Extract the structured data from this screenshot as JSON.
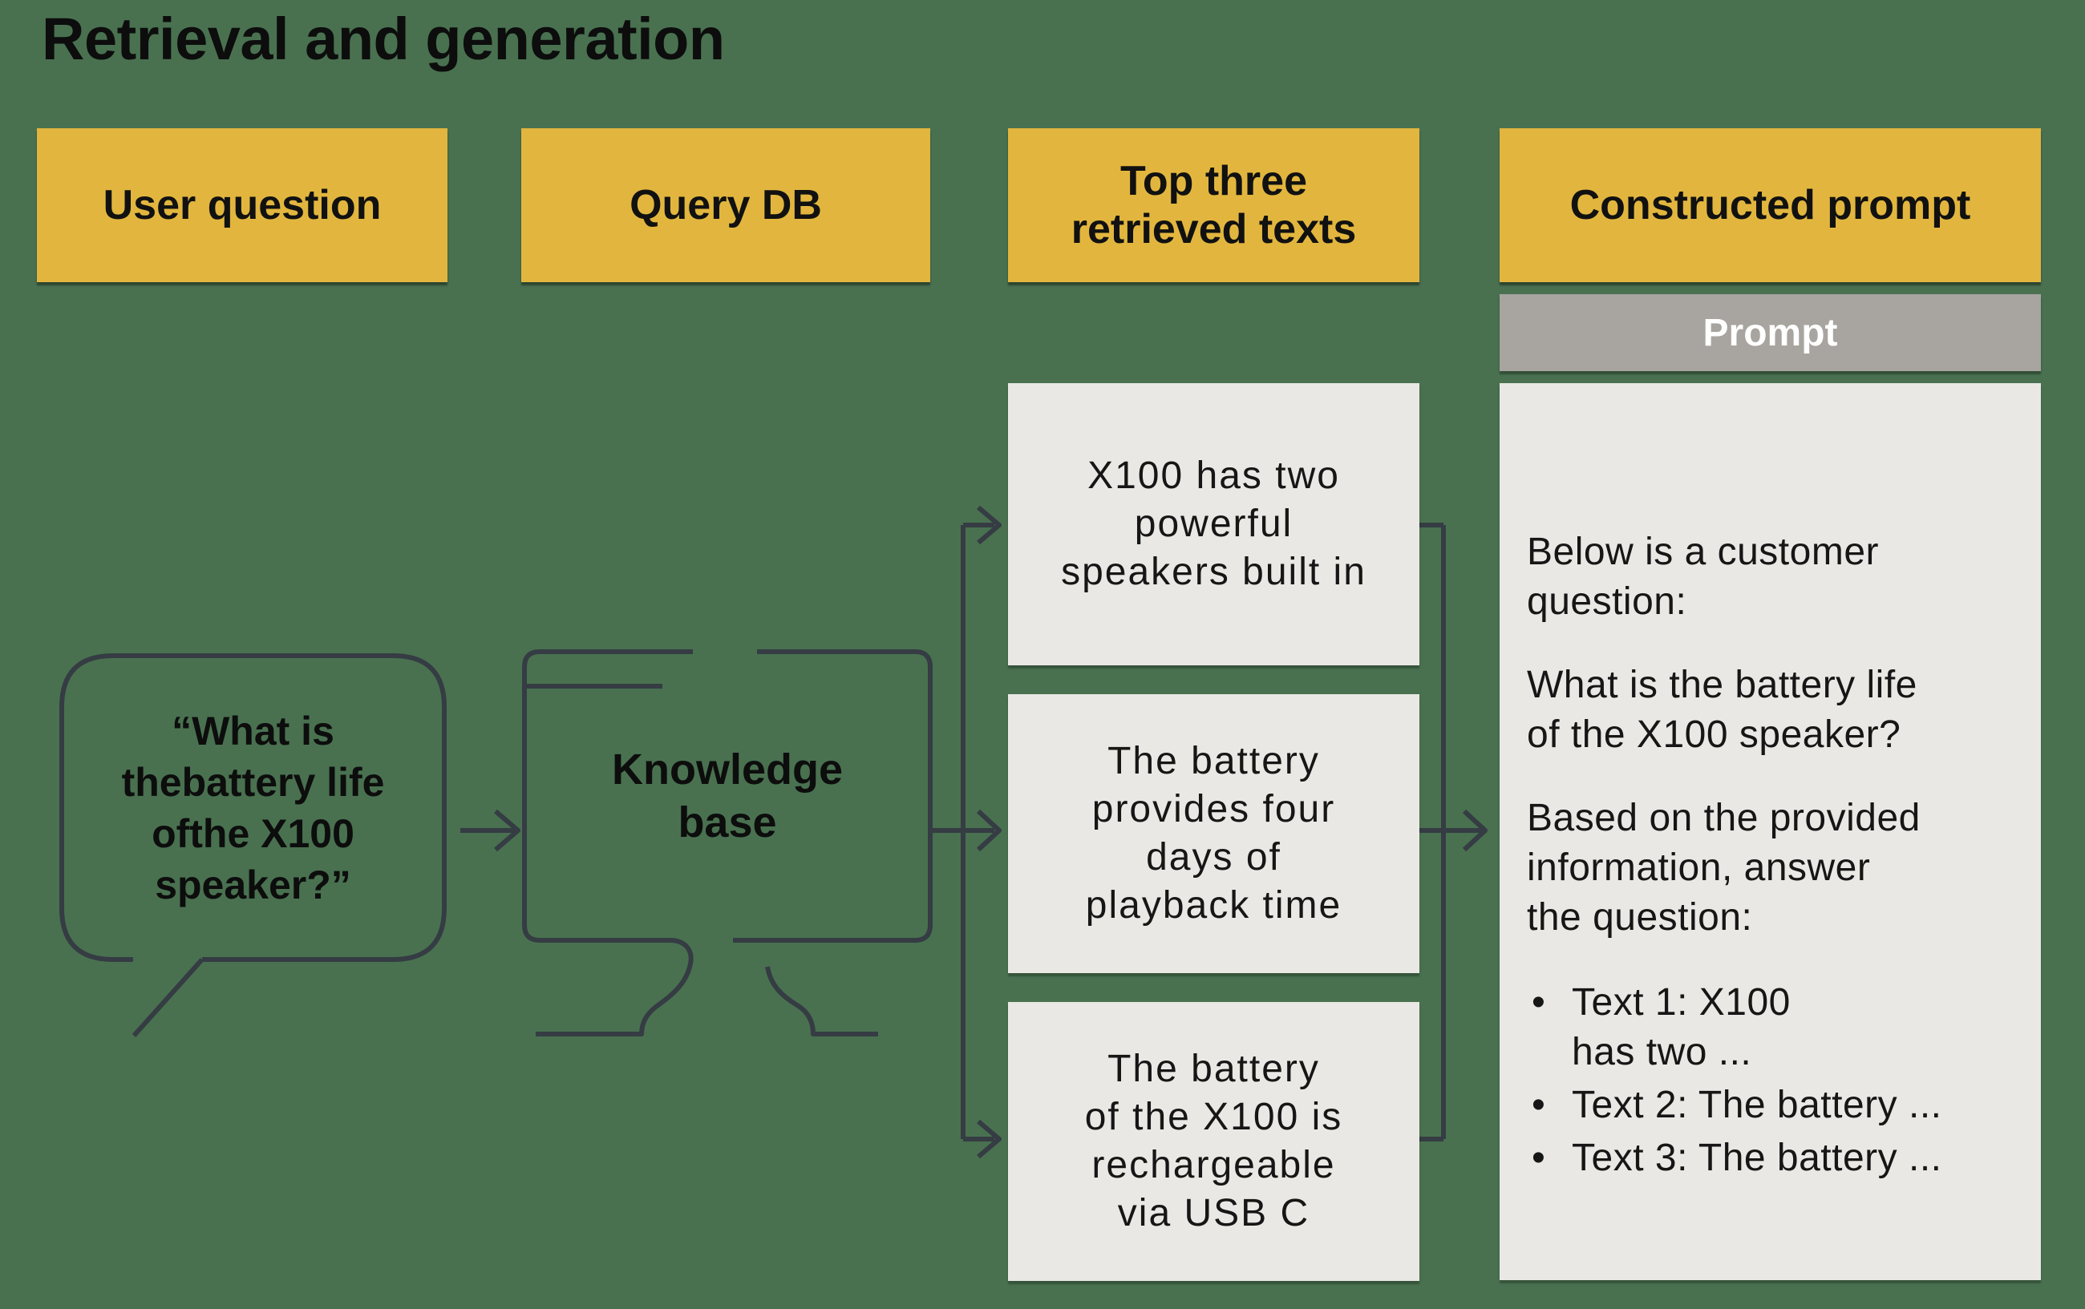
{
  "title": "Retrieval and generation",
  "colors": {
    "background": "#497150",
    "accent_yellow": "#E2B63E",
    "panel_gray": "#E9E8E4",
    "bar_gray": "#A8A49F",
    "stroke": "#353C43",
    "ink": "#111111",
    "bar_text": "#FFFFFF"
  },
  "headers": [
    {
      "label": "User question"
    },
    {
      "label": "Query DB"
    },
    {
      "label": "Top three\nretrieved texts"
    },
    {
      "label": "Constructed prompt"
    }
  ],
  "user_question": {
    "text": "“What is\nthebattery life\nofthe X100\nspeaker?”"
  },
  "knowledge_base": {
    "text": "Knowledge\nbase"
  },
  "retrieved_texts": [
    {
      "text": "X100 has two\npowerful\nspeakers built in"
    },
    {
      "text": "The battery\nprovides four\ndays of\nplayback time"
    },
    {
      "text": "The battery\nof the X100 is\nrechargeable\nvia USB C"
    }
  ],
  "prompt_panel": {
    "bar_label": "Prompt",
    "paragraphs": [
      {
        "text": "Below is a customer\nquestion:"
      },
      {
        "text": "What is the battery life\nof the X100 speaker?"
      },
      {
        "text": "Based on the provided\ninformation, answer\nthe question:"
      }
    ],
    "bullets": [
      {
        "text": "Text 1: X100\nhas two ..."
      },
      {
        "text": "Text 2: The battery ..."
      },
      {
        "text": "Text 3: The battery ..."
      }
    ]
  }
}
